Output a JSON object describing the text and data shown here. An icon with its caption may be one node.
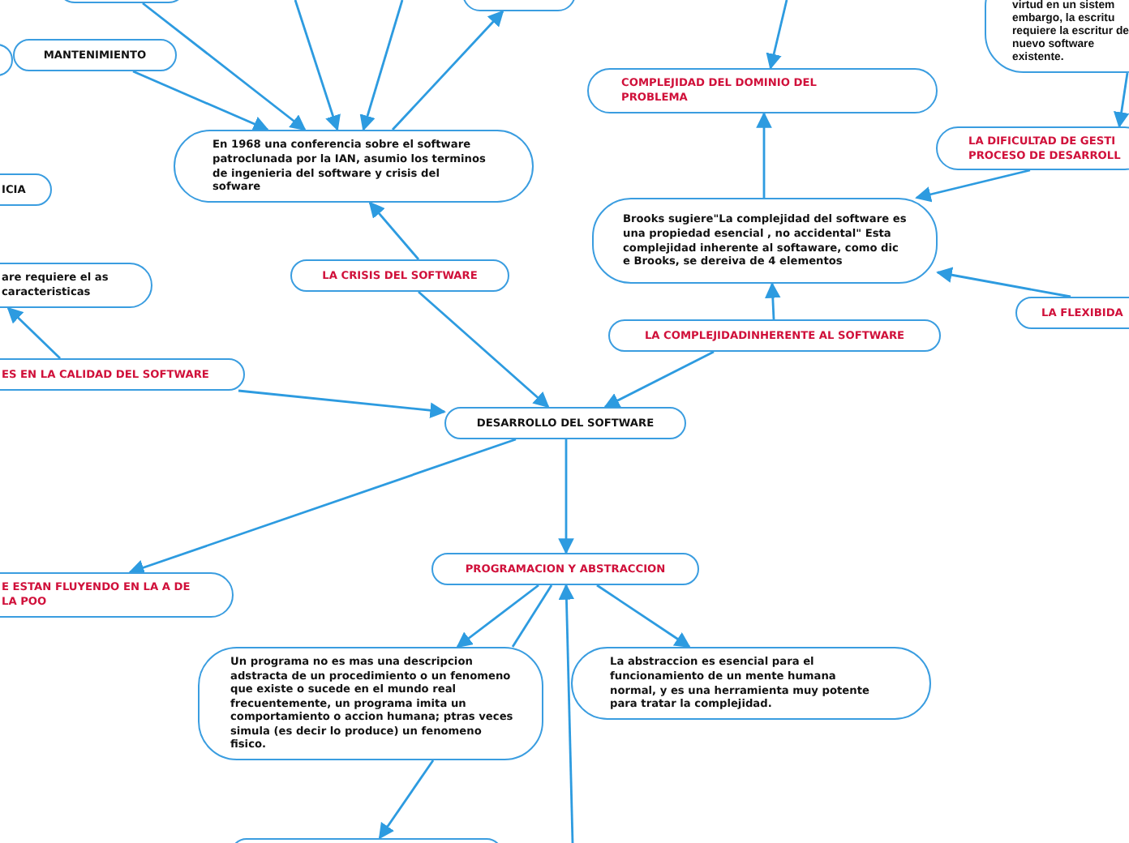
{
  "diagram": {
    "nodes": [
      {
        "text": [],
        "shape": "box"
      },
      {
        "text": [],
        "shape": "box"
      },
      {
        "text": [],
        "shape": "box"
      },
      {
        "text": [
          "MANTENIMIENTO"
        ]
      },
      {
        "text": [
          "En 1968 una conferencia sobre el software patroclunada por la IAN, asumio los terminos de ingenieria del software y crisis del sofware"
        ]
      },
      {
        "text": [
          "ICIA"
        ]
      },
      {
        "text": [
          "are requiere el as caracteristicas"
        ]
      },
      {
        "text": [
          "LA CRISIS DEL SOFTWARE"
        ]
      },
      {
        "text": [
          "ES EN LA CALIDAD DEL SOFTWARE"
        ]
      },
      {
        "text": [
          "DESARROLLO DEL SOFTWARE"
        ]
      },
      {
        "text": [
          "COMPLEJIDAD DEL DOMINIO DEL PROBLEMA"
        ]
      },
      {
        "text": [
          "virtud en un sistem embargo, la escritu requiere la escritur de nuevo software existente."
        ]
      },
      {
        "text": [
          "LA DIFICULTAD DE GESTI PROCESO DE DESARROLL"
        ]
      },
      {
        "text": [
          "Brooks sugiere\"La complejidad del software es una propiedad esencial , no accidental\" Esta complejidad inherente al softaware, como dic e Brooks, se dereiva de 4 elementos"
        ]
      },
      {
        "text": [
          "LA FLEXIBIDA"
        ]
      },
      {
        "text": [
          "LA COMPLEJIDADINHERENTE AL SOFTWARE"
        ]
      },
      {
        "text": [
          "E ESTAN FLUYENDO EN LA A DE LA POO"
        ]
      },
      {
        "text": [
          "PROGRAMACION Y ABSTRACCION"
        ]
      },
      {
        "text": [
          "Un programa no es mas una descripcion adstracta de un procedimiento o un fenomeno que existe o sucede en el mundo real frecuentemente, un programa imita un comportamiento o accion humana; ptras veces simula (es decir lo produce) un fenomeno fisico."
        ]
      },
      {
        "text": [
          "La abstraccion es esencial para el funcionamiento de un mente humana normal, y es una herramienta muy potente para tratar la complejidad."
        ]
      },
      {
        "text": [],
        "shape": "box"
      }
    ],
    "edges": [
      {
        "from": 0,
        "to": 4,
        "arrow": "to"
      },
      {
        "from": null,
        "to": 4,
        "arrow": "to"
      },
      {
        "from": null,
        "to": 4,
        "arrow": "to"
      },
      {
        "from": 4,
        "to": 1,
        "arrow": "to"
      },
      {
        "from": 3,
        "to": 4,
        "arrow": "to"
      },
      {
        "from": 7,
        "to": 4,
        "arrow": "to"
      },
      {
        "from": 7,
        "to": 9,
        "arrow": "to"
      },
      {
        "from": 8,
        "to": 6,
        "arrow": "to"
      },
      {
        "from": 8,
        "to": 9,
        "arrow": "to"
      },
      {
        "from": null,
        "to": 10,
        "arrow": "to"
      },
      {
        "from": 11,
        "to": 12,
        "arrow": "to"
      },
      {
        "from": 12,
        "to": 13,
        "arrow": "to"
      },
      {
        "from": 13,
        "to": 10,
        "arrow": "to"
      },
      {
        "from": 14,
        "to": 13,
        "arrow": "to"
      },
      {
        "from": 15,
        "to": 13,
        "arrow": "to"
      },
      {
        "from": 15,
        "to": 9,
        "arrow": "to"
      },
      {
        "from": 9,
        "to": 16,
        "arrow": "to"
      },
      {
        "from": 9,
        "to": 17,
        "arrow": "to"
      },
      {
        "from": 17,
        "to": 18,
        "arrow": "to"
      },
      {
        "from": 18,
        "to": 17,
        "arrow": "none"
      },
      {
        "from": 17,
        "to": 19,
        "arrow": "to"
      },
      {
        "from": 18,
        "to": 20,
        "arrow": "to"
      },
      {
        "from": null,
        "to": 17,
        "arrow": "to"
      }
    ]
  }
}
